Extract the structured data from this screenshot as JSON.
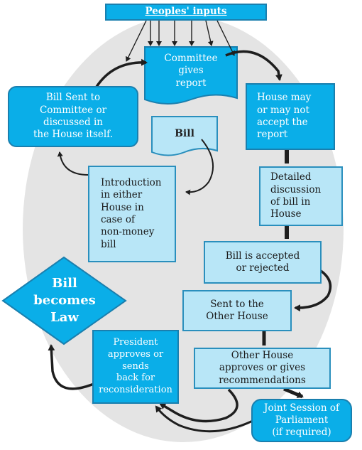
{
  "diagram": {
    "header": "Peoples' inputs",
    "committee_report": [
      "Committee",
      "gives",
      "report"
    ],
    "bill_sent": [
      "Bill Sent to",
      "Committee or",
      "discussed in",
      "the House itself."
    ],
    "house_may": [
      "House may",
      "or may not",
      "accept the",
      "report"
    ],
    "bill_card": "Bill",
    "introduction": [
      "Introduction",
      "in either",
      "House in",
      "case of",
      "non-money",
      "bill"
    ],
    "detailed_discussion": [
      "Detailed",
      "discussion",
      "of bill in",
      "House"
    ],
    "accepted": [
      "Bill is accepted",
      "or rejected"
    ],
    "sent_other": [
      "Sent to the",
      "Other House"
    ],
    "other_house": [
      "Other House",
      "approves or gives",
      "recommendations"
    ],
    "president": [
      "President",
      "approves or",
      "sends",
      "back for",
      "reconsideration"
    ],
    "joint_session": [
      "Joint Session of",
      "Parliament",
      "(if required)"
    ],
    "becomes_law": [
      "Bill",
      "becomes",
      "Law"
    ]
  },
  "colors": {
    "oval": "#e4e4e4",
    "light_box": "#b8e6f7",
    "dark_box": "#0aaee8",
    "border": "#2a8fbd",
    "arrow": "#1e1e1e"
  }
}
